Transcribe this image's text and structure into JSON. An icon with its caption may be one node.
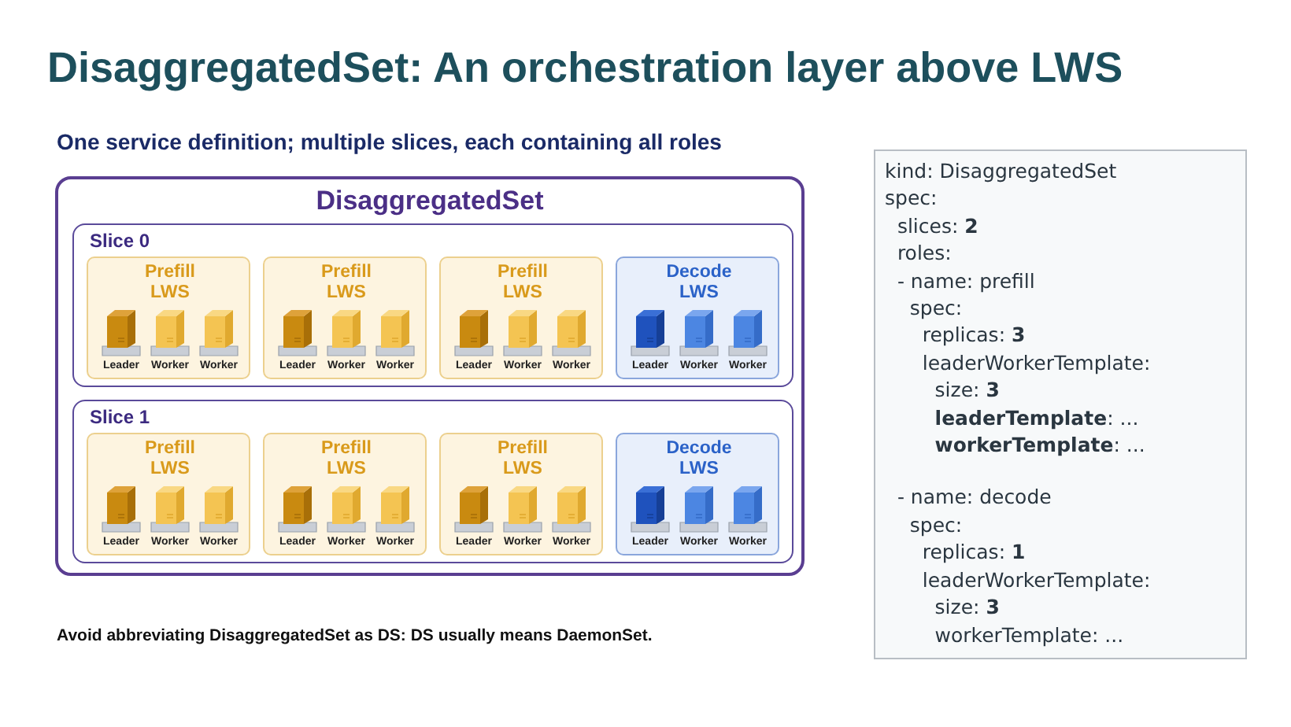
{
  "diagram": {
    "title": "DisaggregatedSet: An orchestration layer above LWS",
    "nodes": [
      {
        "text": [
          "DisaggregatedSet"
        ]
      },
      {
        "text": [
          "Slice 0"
        ],
        "in": 0
      },
      {
        "text": [
          "Prefill LWS"
        ],
        "in": 1
      },
      {
        "text": [
          "Leader"
        ],
        "in": 2
      },
      {
        "text": [
          "Worker"
        ],
        "in": 2
      },
      {
        "text": [
          "Worker"
        ],
        "in": 2
      },
      {
        "text": [
          "Prefill LWS"
        ],
        "in": 1
      },
      {
        "text": [
          "Leader"
        ],
        "in": 6
      },
      {
        "text": [
          "Worker"
        ],
        "in": 6
      },
      {
        "text": [
          "Worker"
        ],
        "in": 6
      },
      {
        "text": [
          "Prefill LWS"
        ],
        "in": 1
      },
      {
        "text": [
          "Leader"
        ],
        "in": 10
      },
      {
        "text": [
          "Worker"
        ],
        "in": 10
      },
      {
        "text": [
          "Worker"
        ],
        "in": 10
      },
      {
        "text": [
          "Decode LWS"
        ],
        "in": 1
      },
      {
        "text": [
          "Leader"
        ],
        "in": 14
      },
      {
        "text": [
          "Worker"
        ],
        "in": 14
      },
      {
        "text": [
          "Worker"
        ],
        "in": 14
      },
      {
        "text": [
          "Slice 1"
        ],
        "in": 0
      },
      {
        "text": [
          "Prefill LWS"
        ],
        "in": 18
      },
      {
        "text": [
          "Leader"
        ],
        "in": 19
      },
      {
        "text": [
          "Worker"
        ],
        "in": 19
      },
      {
        "text": [
          "Worker"
        ],
        "in": 19
      },
      {
        "text": [
          "Prefill LWS"
        ],
        "in": 18
      },
      {
        "text": [
          "Leader"
        ],
        "in": 23
      },
      {
        "text": [
          "Worker"
        ],
        "in": 23
      },
      {
        "text": [
          "Worker"
        ],
        "in": 23
      },
      {
        "text": [
          "Prefill LWS"
        ],
        "in": 18
      },
      {
        "text": [
          "Leader"
        ],
        "in": 27
      },
      {
        "text": [
          "Worker"
        ],
        "in": 27
      },
      {
        "text": [
          "Worker"
        ],
        "in": 27
      },
      {
        "text": [
          "Decode LWS"
        ],
        "in": 18
      },
      {
        "text": [
          "Leader"
        ],
        "in": 31
      },
      {
        "text": [
          "Worker"
        ],
        "in": 31
      },
      {
        "text": [
          "Worker"
        ],
        "in": 31
      },
      {
        "text": [
          "kind: DisaggregatedSet",
          "spec:",
          "  slices: **2**",
          "  roles:",
          "  - name: prefill",
          "    spec:",
          "      replicas: **3**",
          "      leaderWorkerTemplate:",
          "        size: **3**",
          "        **leaderTemplate**: ...",
          "        **workerTemplate**: ...",
          "  - name: decode",
          "    spec:",
          "      replicas: **1**",
          "      leaderWorkerTemplate:",
          "        size: **3**",
          "        workerTemplate: ..."
        ]
      }
    ],
    "labels": [
      "One service definition; multiple slices, each containing all roles",
      "Avoid abbreviating DisaggregatedSet as DS: DS usually means DaemonSet."
    ]
  }
}
